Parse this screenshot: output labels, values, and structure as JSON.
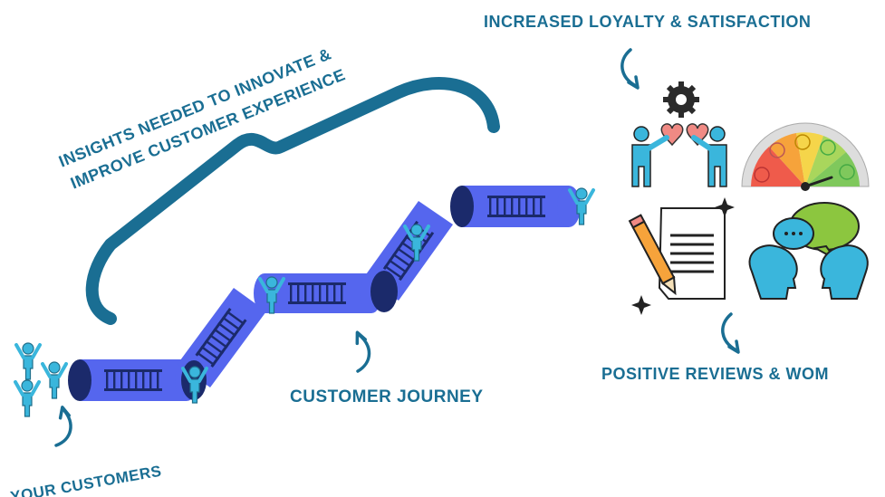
{
  "labels": {
    "your_customers": "YOUR CUSTOMERS",
    "customer_journey": "CUSTOMER JOURNEY",
    "insights_line1": "INSIGHTS NEEDED TO INNOVATE &",
    "insights_line2": "IMPROVE CUSTOMER EXPERIENCE",
    "loyalty": "INCREASED LOYALTY & SATISFACTION",
    "reviews": "POSITIVE REVIEWS & WOM"
  },
  "colors": {
    "label_text": "#1a6e93",
    "brace": "#1a6e93",
    "tube": "#5566ee",
    "tube_dark": "#1b2a6b",
    "person": "#3ab6dc",
    "arrow": "#1a6e93",
    "gauge_red": "#ef5b4b",
    "gauge_orange": "#f6a33b",
    "gauge_yellow": "#f5d54a",
    "gauge_green": "#7fc85c",
    "heart": "#f08a84",
    "speech_green": "#8cc63f"
  },
  "icons": [
    "person-icon",
    "ladder-icon",
    "gear-icon",
    "heart-icon",
    "gauge-icon",
    "smiley-icon",
    "document-icon",
    "pencil-icon",
    "speech-bubble-icon",
    "head-icon",
    "sparkle-icon"
  ]
}
